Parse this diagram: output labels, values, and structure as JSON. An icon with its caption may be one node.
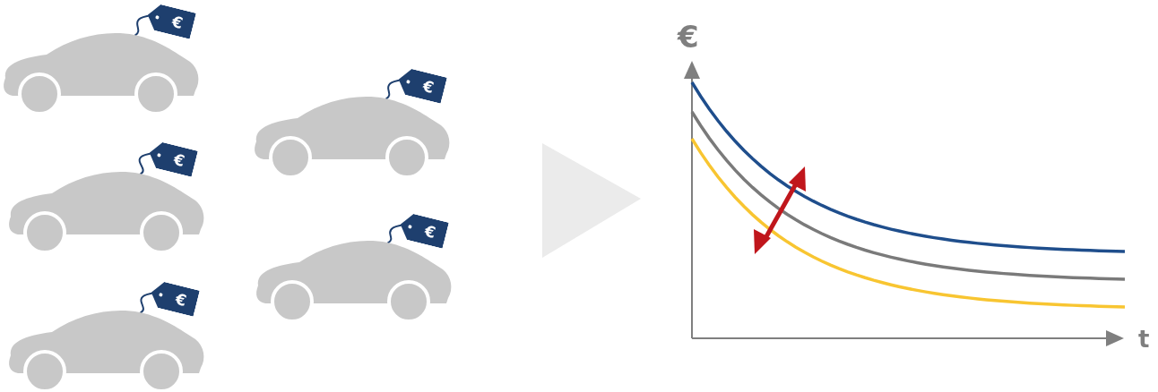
{
  "diagram": {
    "nodes": [
      {
        "text": [],
        "shape": "car"
      },
      {
        "text": [],
        "shape": "car"
      },
      {
        "text": [],
        "shape": "car"
      },
      {
        "text": [],
        "shape": "car"
      },
      {
        "text": [],
        "shape": "car"
      },
      {
        "text": [
          "€"
        ]
      },
      {
        "text": [
          "€"
        ]
      },
      {
        "text": [
          "€"
        ]
      },
      {
        "text": [
          "€"
        ]
      },
      {
        "text": [
          "€"
        ]
      }
    ],
    "edges": [
      {
        "from": 5,
        "to": 0,
        "arrow": "none"
      },
      {
        "from": 6,
        "to": 1,
        "arrow": "none"
      },
      {
        "from": 7,
        "to": 2,
        "arrow": "none"
      },
      {
        "from": 8,
        "to": 3,
        "arrow": "none"
      },
      {
        "from": 9,
        "to": 4,
        "arrow": "none"
      }
    ],
    "labels": [
      "€",
      "t"
    ]
  }
}
